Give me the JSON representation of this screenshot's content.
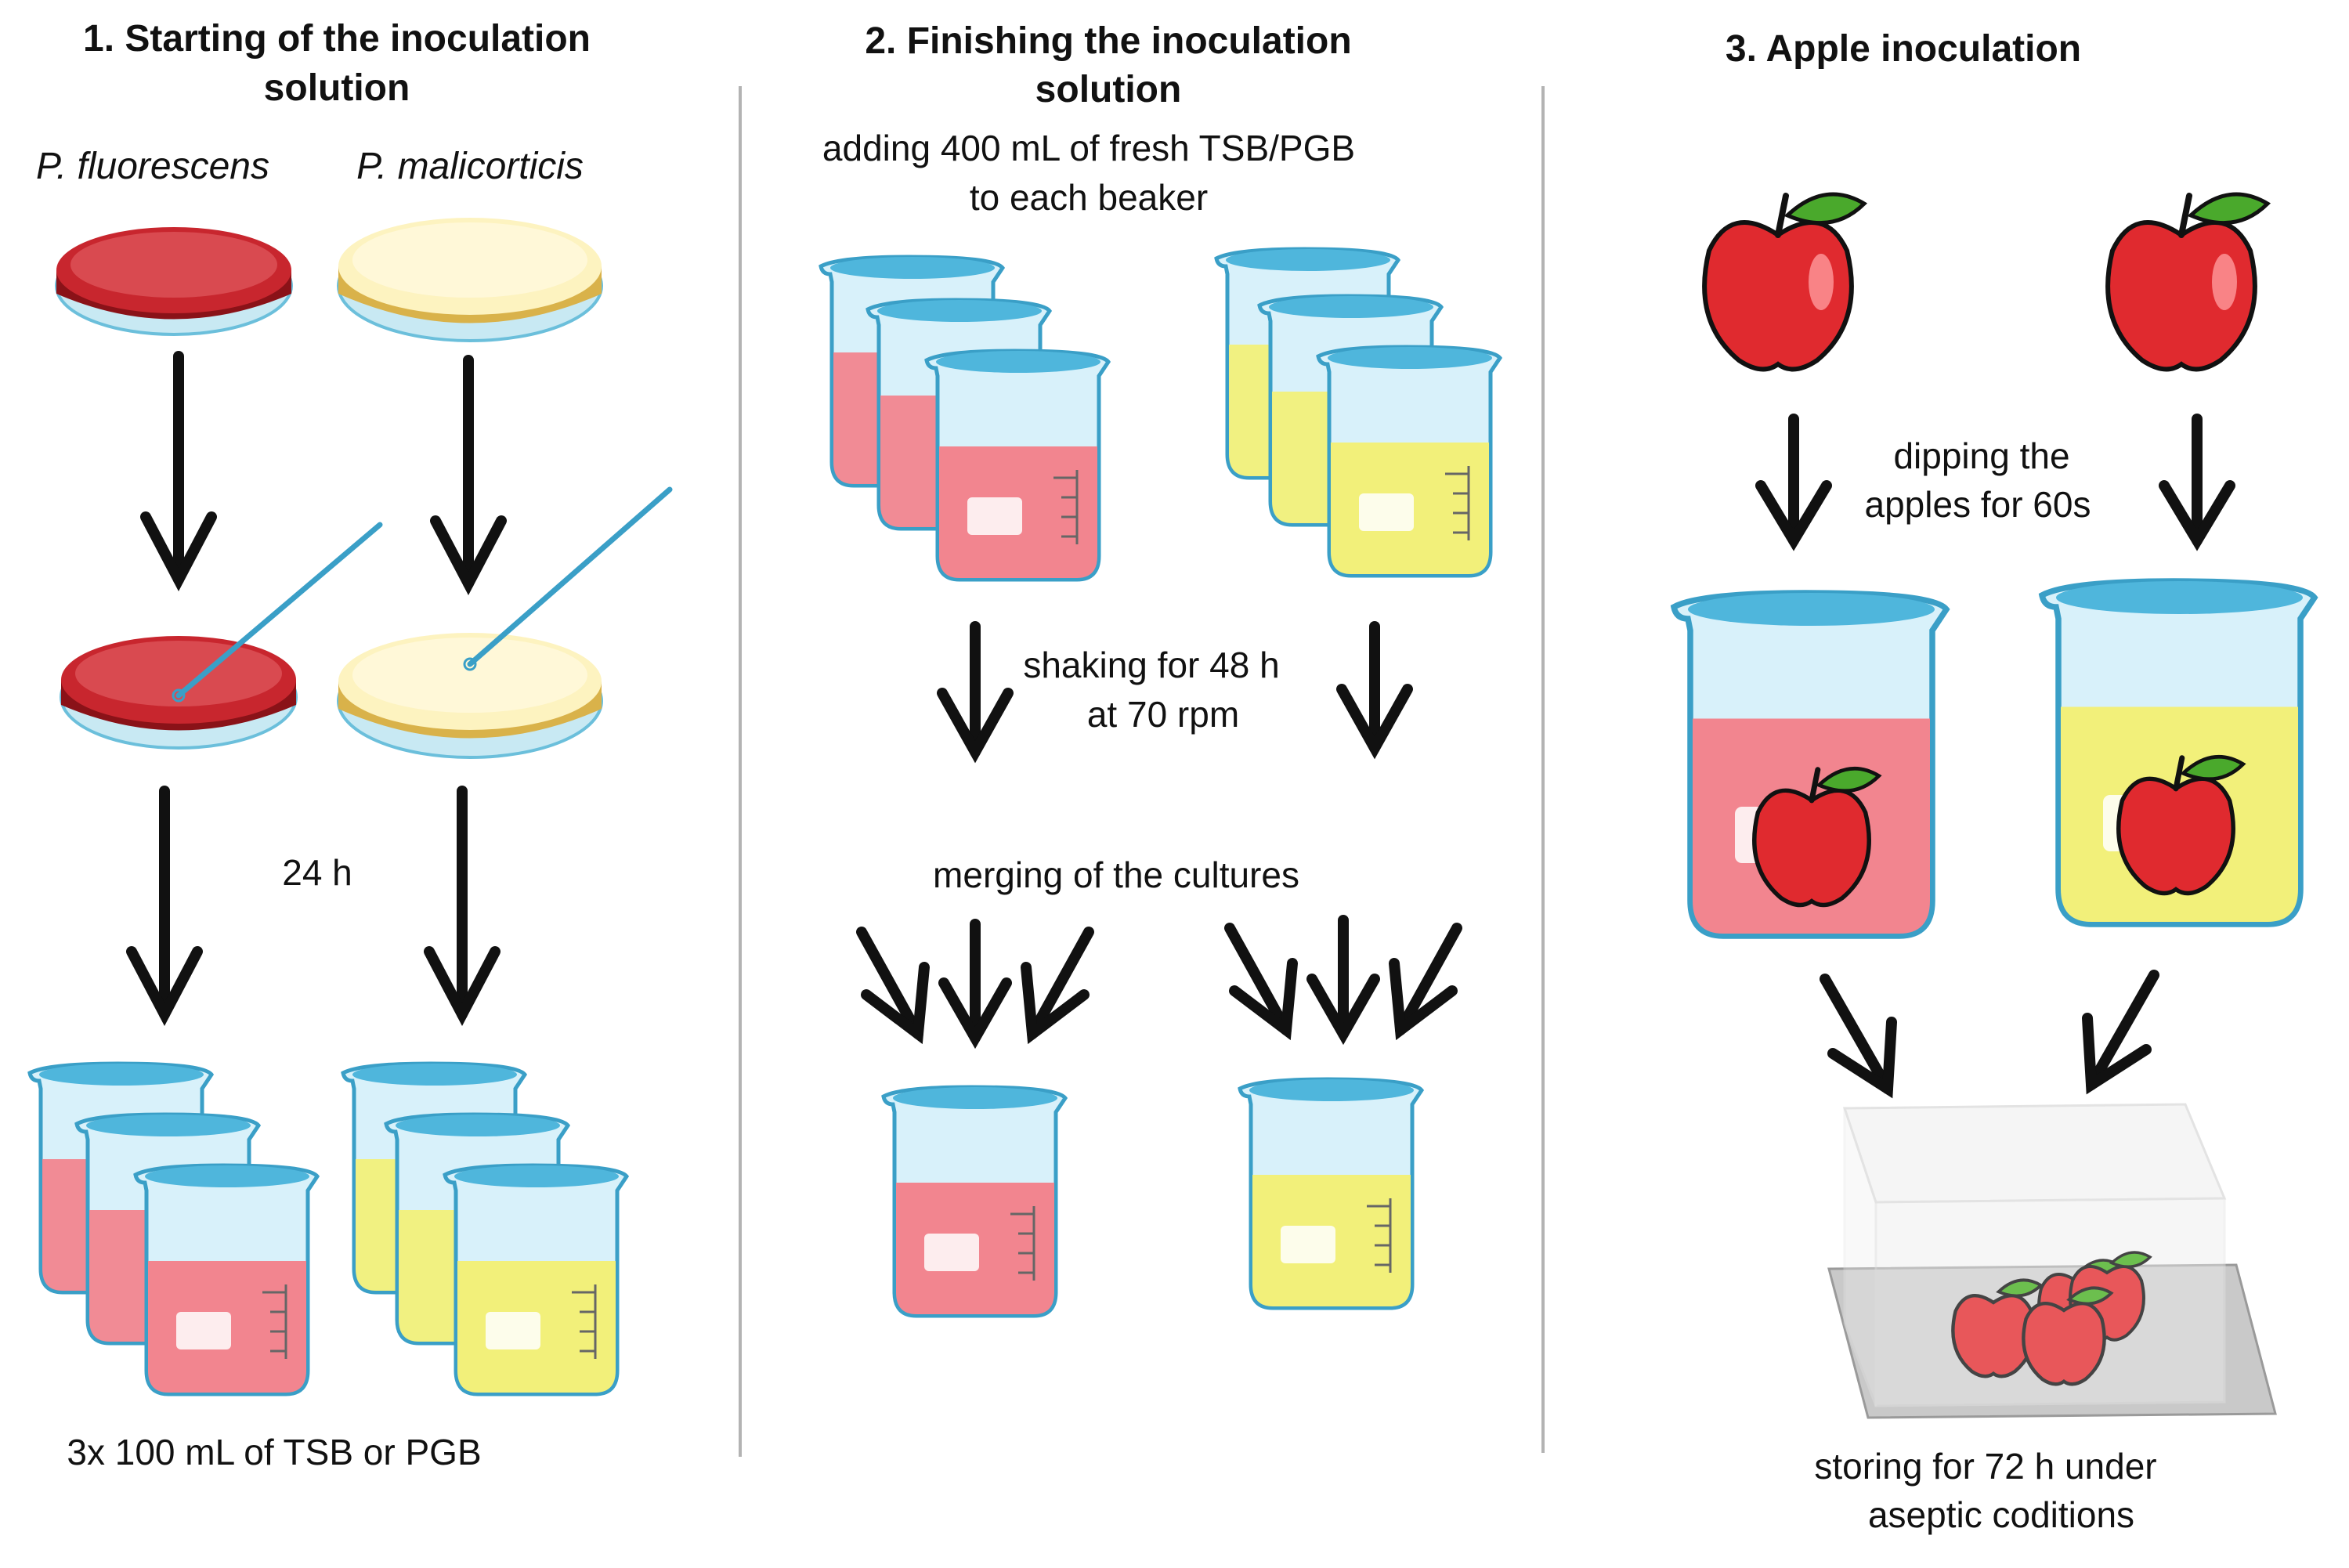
{
  "colors": {
    "red_agar": "#c8262e",
    "red_agar_dark": "#8a1218",
    "yellow_agar": "#fdf3c0",
    "yellow_agar_dark": "#d9b24a",
    "red_liquid": "#f2858f",
    "yellow_liquid": "#f2f07a",
    "glass": "#8fd6ee",
    "glass_dark": "#3a9fc7",
    "apple": "#e02a2f",
    "leaf": "#4aa92c",
    "arrow": "#111111",
    "divider": "#b3b3b3"
  },
  "sections": [
    {
      "title_line1": "1. Starting of the inoculation",
      "title_line2": "solution",
      "organism_left": "P. fluorescens",
      "organism_right": "P. malicorticis",
      "incubation": "24 h",
      "volume_note": "3x 100 mL of TSB or PGB"
    },
    {
      "title_line1": "2. Finishing the inoculation",
      "title_line2": "solution",
      "adding_line1": "adding 400 mL of fresh TSB/PGB",
      "adding_line2": "to each beaker",
      "shaking_line1": "shaking for 48 h",
      "shaking_line2": "at 70 rpm",
      "merging": "merging of the cultures"
    },
    {
      "title_line1": "3. Apple inoculation",
      "dipping_line1": "dipping the",
      "dipping_line2": "apples for 60s",
      "storing_line1": "storing for 72 h under",
      "storing_line2": "aseptic coditions"
    }
  ]
}
